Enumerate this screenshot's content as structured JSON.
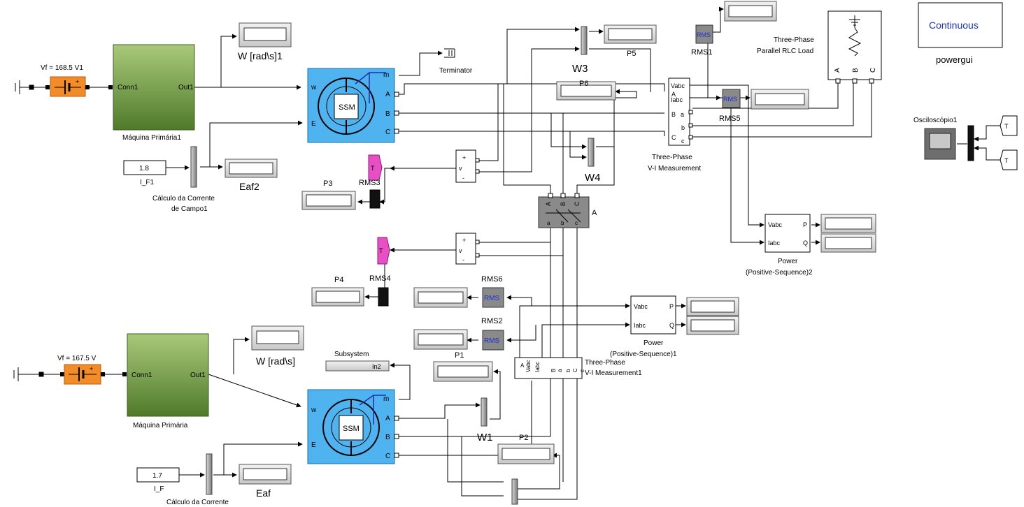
{
  "diagram": {
    "powergui": {
      "mode": "Continuous",
      "name": "powergui"
    },
    "top_machine": {
      "dc_source_label": "Vf = 168.5 V1",
      "prime_mover": {
        "port_in": "Conn1",
        "port_out": "Out1",
        "name": "Máquina Primária1"
      },
      "speed_display_name": "W [rad\\s]1",
      "ssm_ports": {
        "w": "w",
        "E": "E",
        "m": "m",
        "A": "A",
        "B": "B",
        "C": "C",
        "core": "SSM"
      },
      "field_const_value": "1.8",
      "field_const_name": "I_F1",
      "field_mux_name_line1": "Cálculo da Corrente",
      "field_mux_name_line2": "de Campo1",
      "eaf_display_name": "Eaf2",
      "terminator_name": "Terminator"
    },
    "bottom_machine": {
      "dc_source_label": "Vf = 167.5 V",
      "prime_mover": {
        "port_in": "Conn1",
        "port_out": "Out1",
        "name": "Máquina Primária"
      },
      "speed_display_name": "W [rad\\s]",
      "ssm_ports": {
        "w": "w",
        "E": "E",
        "m": "m",
        "A": "A",
        "B": "B",
        "C": "C",
        "core": "SSM"
      },
      "field_const_value": "1.7",
      "field_const_name": "I_F",
      "field_mux_name": "Cálculo da Corrente",
      "eaf_display_name": "Eaf",
      "subsystem_name": "Subsystem",
      "subsystem_port": "In2"
    },
    "measurements": {
      "vi_top": {
        "ports_left": [
          "Vabc",
          "Iabc",
          "A",
          "B",
          "C"
        ],
        "ports_right": [
          "a",
          "b",
          "c"
        ],
        "name_line1": "Three-Phase",
        "name_line2": "V-I Measurement"
      },
      "vi_bottom": {
        "ports": [
          "Vabc",
          "Iabc",
          "A",
          "B",
          "C",
          "a",
          "b",
          "c"
        ],
        "name_line1": "Three-Phase",
        "name_line2": "V-I Measurement1"
      },
      "power_top": {
        "in1": "Vabc",
        "in2": "Iabc",
        "out1": "P",
        "out2": "Q",
        "name_line1": "Power",
        "name_line2": "(Positive-Sequence)2"
      },
      "power_bottom": {
        "in1": "Vabc",
        "in2": "Iabc",
        "out1": "P",
        "out2": "Q",
        "name_line1": "Power",
        "name_line2": "(Positive-Sequence)1"
      },
      "rms_label": "RMS",
      "rms_names": {
        "rms1": "RMS1",
        "rms2": "RMS2",
        "rms3": "RMS3",
        "rms4": "RMS4",
        "rms5": "RMS5",
        "rms6": "RMS6"
      },
      "volt_meter_plus": "+",
      "volt_meter_v": "v",
      "volt_meter_minus": "-",
      "goto_tag": "T"
    },
    "load": {
      "name_line1": "Three-Phase",
      "name_line2": "Parallel RLC Load",
      "ports": [
        "A",
        "B",
        "C"
      ]
    },
    "breaker": {
      "name": "A",
      "ports_top": [
        "A",
        "B",
        "C"
      ],
      "ports_bottom": [
        "a",
        "b",
        "c"
      ]
    },
    "mux_names": {
      "w1": "W1",
      "w3": "W3",
      "w4": "W4"
    },
    "display_names": {
      "p1": "P1",
      "p2": "P2",
      "p3": "P3",
      "p4": "P4",
      "p5": "P5",
      "p6": "P6"
    },
    "scope": {
      "name": "Osciloscópio1"
    }
  }
}
